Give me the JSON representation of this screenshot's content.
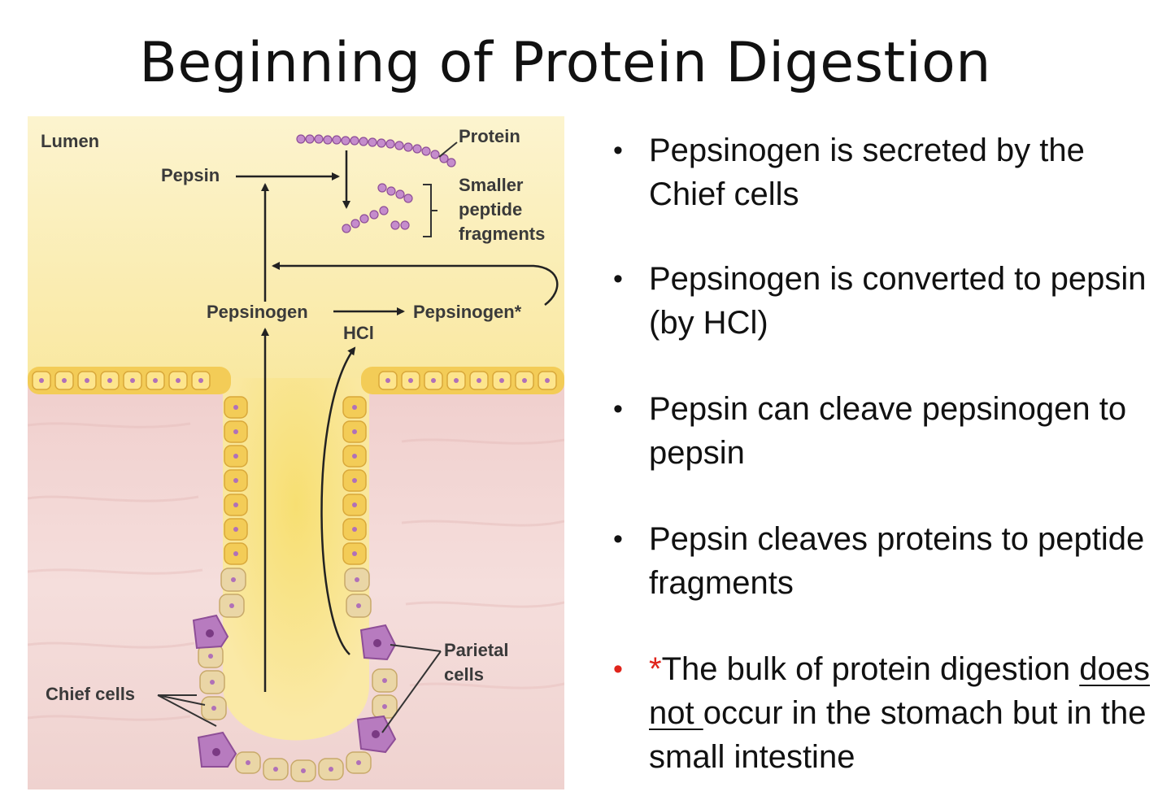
{
  "slide": {
    "title": "Beginning of Protein Digestion"
  },
  "diagram": {
    "labels": {
      "lumen": "Lumen",
      "protein": "Protein",
      "pepsin": "Pepsin",
      "smaller": "Smaller",
      "peptide": "peptide",
      "fragments": "fragments",
      "pepsinogen": "Pepsinogen",
      "pepsinogen_star": "Pepsinogen*",
      "hcl": "HCl",
      "parietal": "Parietal",
      "parietal_cells": "cells",
      "chief_cells": "Chief cells"
    },
    "colors": {
      "lumen": "#fbf1c4",
      "lumen_glow": "#f6df7a",
      "tissue": "#f1d6d4",
      "epithelium": "#f3cc57",
      "chief_cell": "#ead6a6",
      "parietal_cell": "#b77bbf",
      "protein_bead": "#b070b8"
    }
  },
  "bullets": {
    "b1": "Pepsinogen is secreted by the Chief cells",
    "b2": "Pepsinogen is converted to pepsin (by HCl)",
    "b3": "Pepsin can cleave pepsinogen to pepsin",
    "b4": "Pepsin cleaves proteins to peptide fragments",
    "b5_star": "*",
    "b5_part1": "The bulk of  protein digestion ",
    "b5_underlined": "does not ",
    "b5_part2": "occur in the stomach but in the small intestine"
  }
}
